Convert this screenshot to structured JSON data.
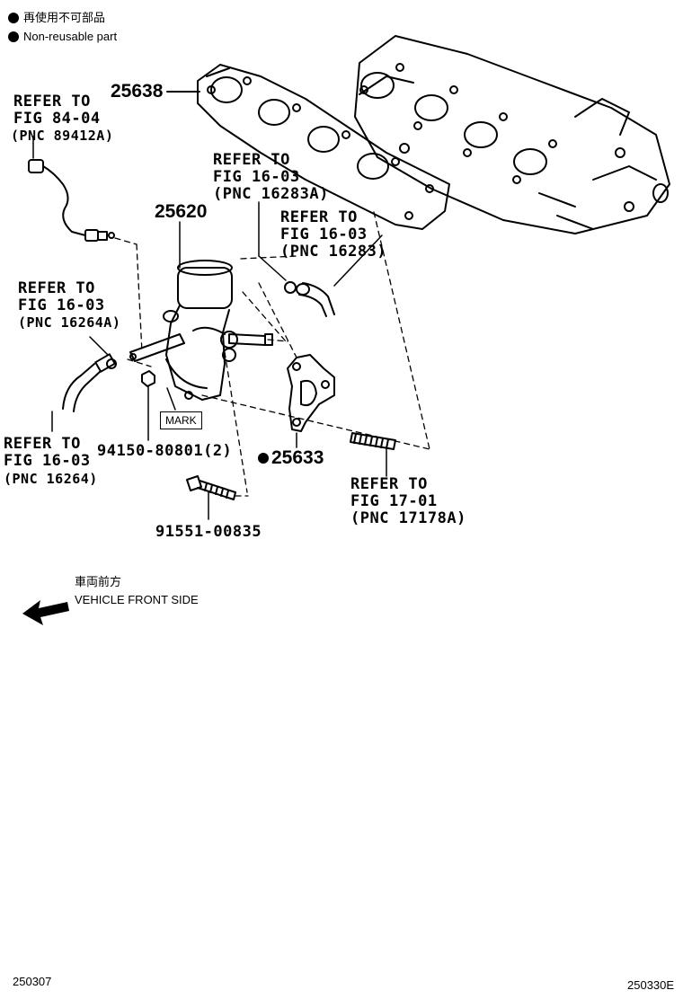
{
  "legend": {
    "jp_text": "再使用不可部品",
    "en_text": "Non-reusable part"
  },
  "labels": {
    "p25638": "25638",
    "p25620": "25620",
    "p25633": "25633",
    "bolt_94150": "94150-80801(2)",
    "bolt_91551": "91551-00835",
    "mark": "MARK"
  },
  "refs": {
    "r84_04": [
      "REFER TO",
      "FIG 84-04",
      "(PNC 89412A)"
    ],
    "r16283a": [
      "REFER TO",
      "FIG 16-03",
      "(PNC 16283A)"
    ],
    "r16283": [
      "REFER TO",
      "FIG 16-03",
      "(PNC 16283)"
    ],
    "r16264a": [
      "REFER TO",
      "FIG 16-03",
      "(PNC 16264A)"
    ],
    "r16264": [
      "REFER TO",
      "FIG 16-03",
      "(PNC 16264)"
    ],
    "r17178a": [
      "REFER TO",
      "FIG 17-01",
      "(PNC 17178A)"
    ]
  },
  "direction": {
    "jp_text": "車両前方",
    "en_text": "VEHICLE FRONT SIDE"
  },
  "footer": {
    "left_code": "250307",
    "right_code": "250330E"
  }
}
